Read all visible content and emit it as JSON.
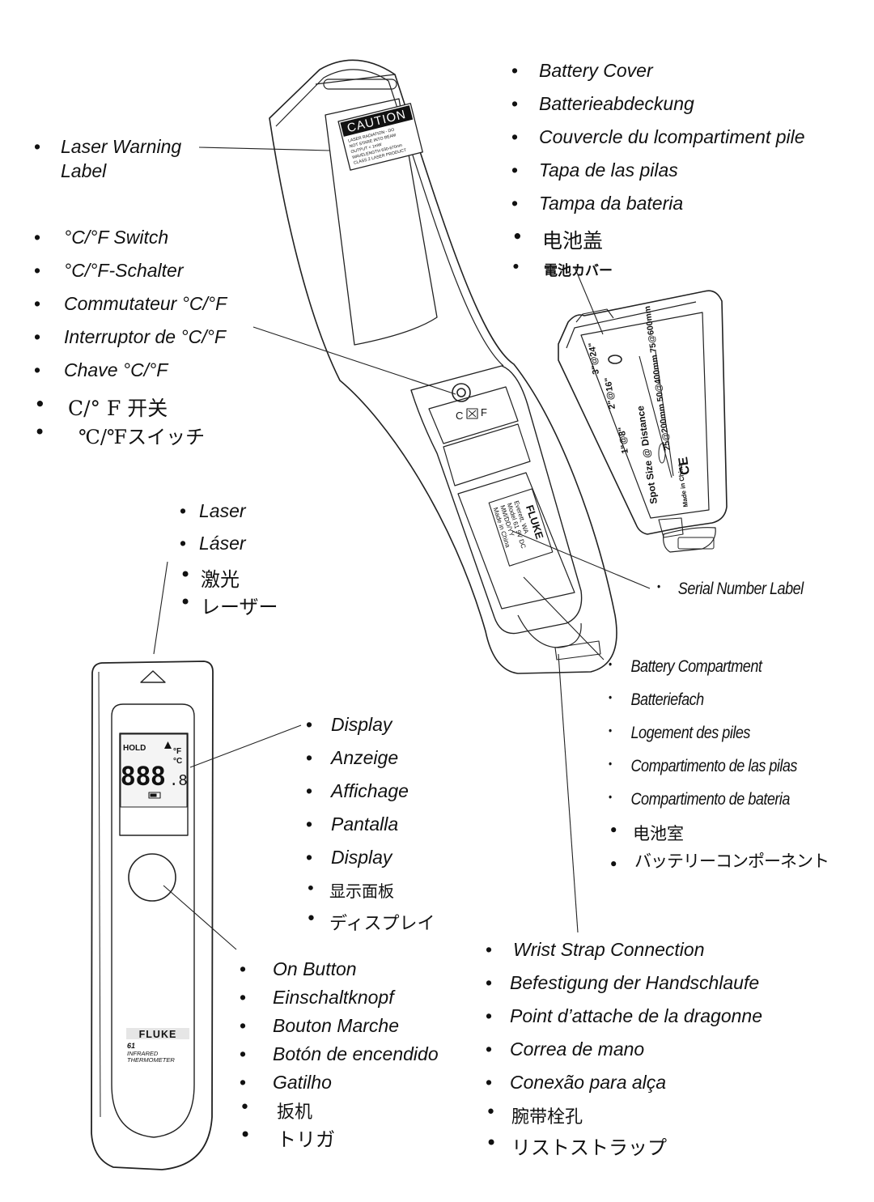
{
  "laser_warning": [
    "Laser Warning",
    "Label"
  ],
  "cf_switch": [
    "°C/°F Switch",
    "°C/°F-Schalter",
    "Commutateur °C/°F",
    "Interruptor de °C/°F",
    "Chave °C/°F",
    "C/° F 开关",
    "℃/℉スイッチ"
  ],
  "laser": [
    "Laser",
    "Láser",
    "激光",
    "レーザー"
  ],
  "battery_cover": [
    "Battery Cover",
    "Batterieabdeckung",
    "Couvercle du lcompartiment pile",
    "Tapa de las pilas",
    "Tampa da bateria",
    "电池盖",
    "電池カバー"
  ],
  "serial_number": "Serial Number Label",
  "battery_compartment": [
    "Battery Compartment",
    "Batteriefach",
    "Logement des piles",
    "Compartimento de las pilas",
    "Compartimento de bateria",
    "电池室",
    "バッテリーコンポーネント"
  ],
  "display": [
    "Display",
    "Anzeige",
    "Affichage",
    "Pantalla",
    "Display",
    "显示面板",
    "ディスプレイ"
  ],
  "on_button": [
    "On Button",
    "Einschaltknopf",
    "Bouton Marche",
    "Botón de encendido",
    "Gatilho",
    "扳机",
    "トリガ"
  ],
  "wrist_strap": [
    "Wrist Strap Connection",
    "Befestigung der Handschlaufe",
    "Point d’attache de la dragonne",
    "Correa de mano",
    "Conexão para alça",
    "腕带栓孔",
    "リストストラップ"
  ],
  "device": {
    "brand": "FLUKE",
    "model": "61",
    "type_line1": "INFRARED",
    "type_line2": "THERMOMETER",
    "hold": "HOLD",
    "digits": "888",
    "decimal": ".8",
    "unit_f": "°F",
    "unit_c": "°C"
  },
  "back_unit": {
    "caution_title": "CAUTION",
    "caution_lines": [
      "LASER RADIATION - DO",
      "NOT STARE INTO BEAM",
      "OUTPUT < 1mW",
      "WAVELENGTH 630-670nm",
      "CLASS 2 LASER PRODUCT"
    ],
    "switch_c": "C",
    "switch_f": "F",
    "serial_brand": "FLUKE",
    "serial_lines": [
      "Everett, WA",
      "Model 61  9V DC",
      "MM/DD/YY",
      "Made in China"
    ]
  },
  "battery_cover_label": {
    "spot_title": "Spot Size @ Distance",
    "imperial": [
      "1\"@8\"",
      "2\"@16\"",
      "3\"@24\""
    ],
    "metric": "25@200mm  50@400mm  75@600mm",
    "ce": "CE",
    "made_in": "Made in China"
  }
}
